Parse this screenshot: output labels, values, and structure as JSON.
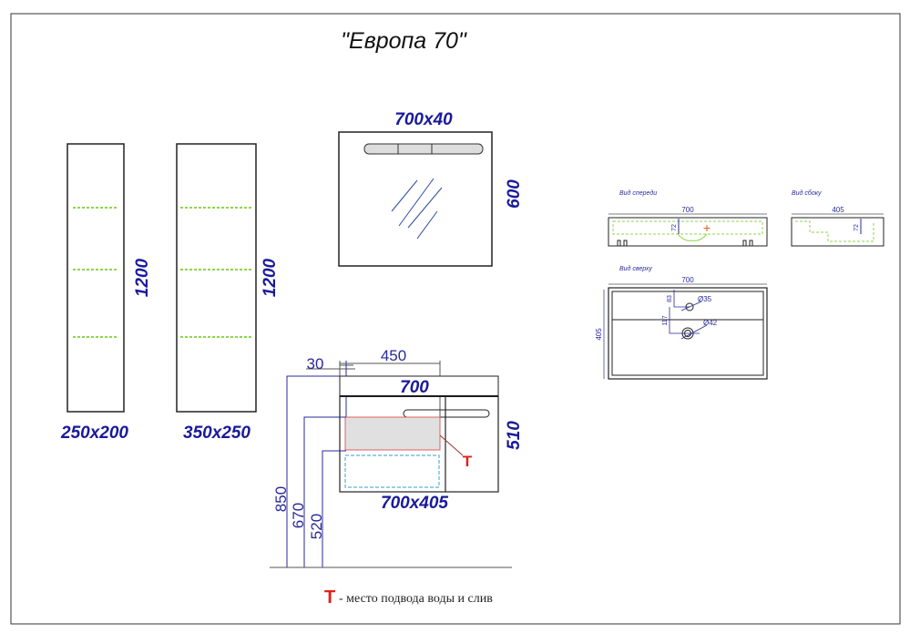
{
  "title": "\"Европа 70\"",
  "tall_cabinet_1": {
    "height": "1200",
    "size": "250x200"
  },
  "tall_cabinet_2": {
    "height": "1200",
    "size": "350x250"
  },
  "mirror": {
    "size": "700x40",
    "height": "600"
  },
  "vanity": {
    "width": "700",
    "size": "700x405",
    "height": "510",
    "offset": "30",
    "tap_width": "450",
    "h_total": "850",
    "h_upper": "670",
    "h_lower": "520",
    "marker": "T"
  },
  "sink": {
    "front_view_label": "Вид спереди",
    "side_view_label": "Вид сбоку",
    "top_view_label": "Вид сверху",
    "front_width": "700",
    "front_depth": "72",
    "side_width": "405",
    "side_depth": "72",
    "top_width": "700",
    "top_depth": "405",
    "dim_83": "83",
    "dim_117": "117",
    "hole_1": "Ø35",
    "hole_2": "Ø42"
  },
  "legend": {
    "marker": "T",
    "text": "- место подвода воды и слив"
  },
  "colors": {
    "dim": "#1a1a9a",
    "marker": "#e0201a",
    "shelf": "#8fd64a",
    "water": "#5ab0d8"
  }
}
